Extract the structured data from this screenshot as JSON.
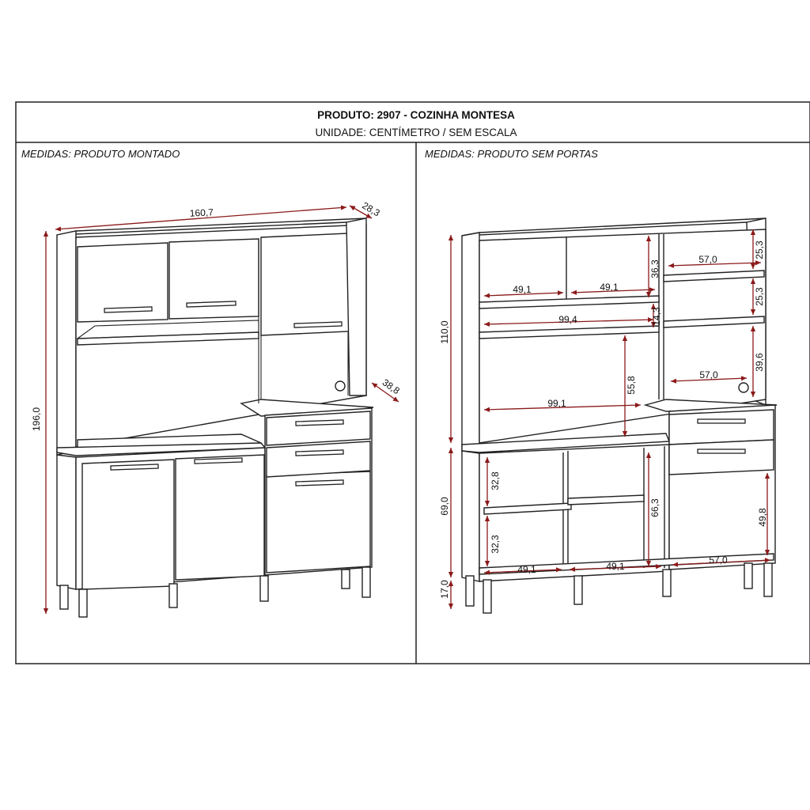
{
  "header": {
    "title": "PRODUTO: 2907 - COZINHA MONTESA",
    "subtitle": "UNIDADE: CENTÍMETRO / SEM ESCALA"
  },
  "left_panel": {
    "label": "MEDIDAS: PRODUTO MONTADO",
    "dims": {
      "width": "160,7",
      "depth_top": "28,3",
      "depth_base": "38,8",
      "height": "196,0"
    }
  },
  "right_panel": {
    "label": "MEDIDAS: PRODUTO SEM PORTAS",
    "dims": {
      "h_upper": "110,0",
      "h_lower": "69,0",
      "h_legs": "17,0",
      "niche_left": "49,1",
      "niche_mid": "49,1",
      "h_363": "36,3",
      "w_570_top": "57,0",
      "h_253_a": "25,3",
      "h_253_b": "25,3",
      "w_994": "99,4",
      "h_143": "14,3",
      "h_396": "39,6",
      "h_558": "55,8",
      "w_570_mid": "57,0",
      "w_991": "99,1",
      "h_328": "32,8",
      "h_323": "32,3",
      "h_663": "66,3",
      "h_498": "49,8",
      "w_bot_left": "49,1",
      "w_bot_mid": "49,1",
      "w_bot_right": "57,0"
    }
  }
}
